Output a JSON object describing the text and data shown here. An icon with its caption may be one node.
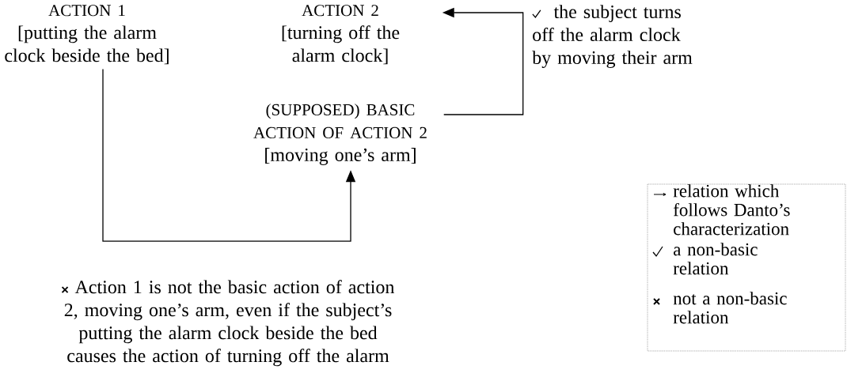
{
  "diagram": {
    "nodes": [
      {
        "text": [
          "ACTION 1",
          "[putting the alarm clock beside the bed]"
        ]
      },
      {
        "text": [
          "ACTION 2",
          "[turning off the alarm clock]"
        ]
      },
      {
        "text": [
          "(SUPPOSED) BASIC ACTION OF ACTION 2",
          "[moving one’s arm]"
        ]
      }
    ],
    "edges": [
      {
        "from": 2,
        "to": 1,
        "arrow": "to",
        "label": "the subject turns off the alarm clock by moving their arm"
      },
      {
        "from": 0,
        "to": 2,
        "arrow": "to",
        "label": "Action 1 is not the basic action of action 2, moving one’s arm, even if the subject’s putting the alarm clock beside the bed causes the action of turning off the alarm"
      }
    ],
    "legend": [
      {
        "text": "relation which follows Danto’s characterization"
      },
      {
        "text": "a non-basic relation"
      },
      {
        "text": "not a non-basic relation"
      }
    ]
  }
}
